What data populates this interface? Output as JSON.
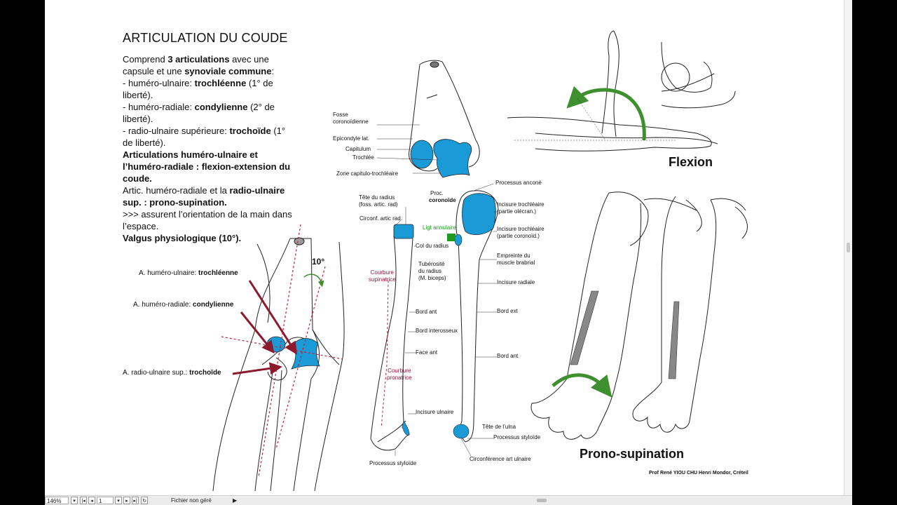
{
  "title": "ARTICULATION DU COUDE",
  "body": {
    "p1_a": "Comprend ",
    "p1_b": "3 articulations",
    "p1_c": " avec une capsule et une ",
    "p1_d": "synoviale commune",
    "p1_e": ":",
    "l2_a": "- huméro-ulnaire: ",
    "l2_b": "trochléenne",
    "l2_c": " (1° de liberté).",
    "l3_a": "- huméro-radiale: ",
    "l3_b": "condylienne",
    "l3_c": " (2° de liberté).",
    "l4_a": "- radio-ulnaire supérieure: ",
    "l4_b": "trochoïde",
    "l4_c": " (1° de liberté).",
    "l5": "Articulations huméro-ulnaire et l’huméro-radiale : flexion-extension du coude.",
    "l6_a": "Artic. huméro-radiale et la ",
    "l6_b": "radio-ulnaire sup. : prono-supination.",
    "l7": ">>> assurent l’orientation de la main dans l’espace.",
    "l8": "Valgus physiologique (10°)."
  },
  "left_figure": {
    "degree": "10°",
    "a1_pre": "A. huméro-ulnaire: ",
    "a1_bold": "trochléenne",
    "a2_pre": "A. huméro-radiale: ",
    "a2_bold": "condylienne",
    "a3_pre": "A. radio-ulnaire sup.: ",
    "a3_bold": "trochoïde"
  },
  "humerus_labels": {
    "fosse": "Fosse\ncoronoïdienne",
    "epicondyle": "Epicondyle lat.",
    "capitulum": "Capitulum",
    "trochlee": "Trochlée",
    "zone": "Zone capitulo-trochléaire"
  },
  "radius_labels": {
    "tete": "Tête du radius\n(foss. artic. rad)",
    "circonf": "Circonf. artic rad",
    "col": "Col du radius",
    "tuberosite": "Tubérosité\ndu radius\n(M. biceps)",
    "courbure_sup": "Courbure\nsupinatrice",
    "bord_ant": "Bord ant",
    "bord_inter": "Bord interosseux",
    "face_ant": "Face ant",
    "courbure_pro": "Courbure\npronatrice",
    "incisure_ulnaire": "Incisure ulnaire",
    "processus_styloide": "Processus styloïde"
  },
  "ulna_labels": {
    "proc_a": "Proc.",
    "proc_b": "coronoïde",
    "ligt": "Ligt annulaire",
    "anconé": "Processus anconé",
    "troch1": "Incisure trochléaire\n(partie olécran.)",
    "troch2": "Incisure trochléaire\n(partie coronoïd.)",
    "empreinte": "Empreinte du\nmuscle brabrial",
    "incisure_radiale": "Incisure radiale",
    "bord_ext": "Bord ext",
    "bord_ant": "Bord ant",
    "tete": "Tête de l’ulna",
    "styloide": "Processus styloïde",
    "circonf": "Circonférence art ulnaire"
  },
  "flexion_label": "Flexion",
  "prono_label": "Prono-supination",
  "credit": "Prof René YIOU CHU Henri Mondor, Créteil",
  "statusbar": {
    "zoom": "146%",
    "page": "1",
    "doc_status": "Fichier non géré"
  },
  "colors": {
    "joint_blue": "#1a9ad6",
    "arrow_red": "#8b1a2e",
    "arrow_green": "#3e8f2e",
    "label_red": "#a0103a"
  }
}
